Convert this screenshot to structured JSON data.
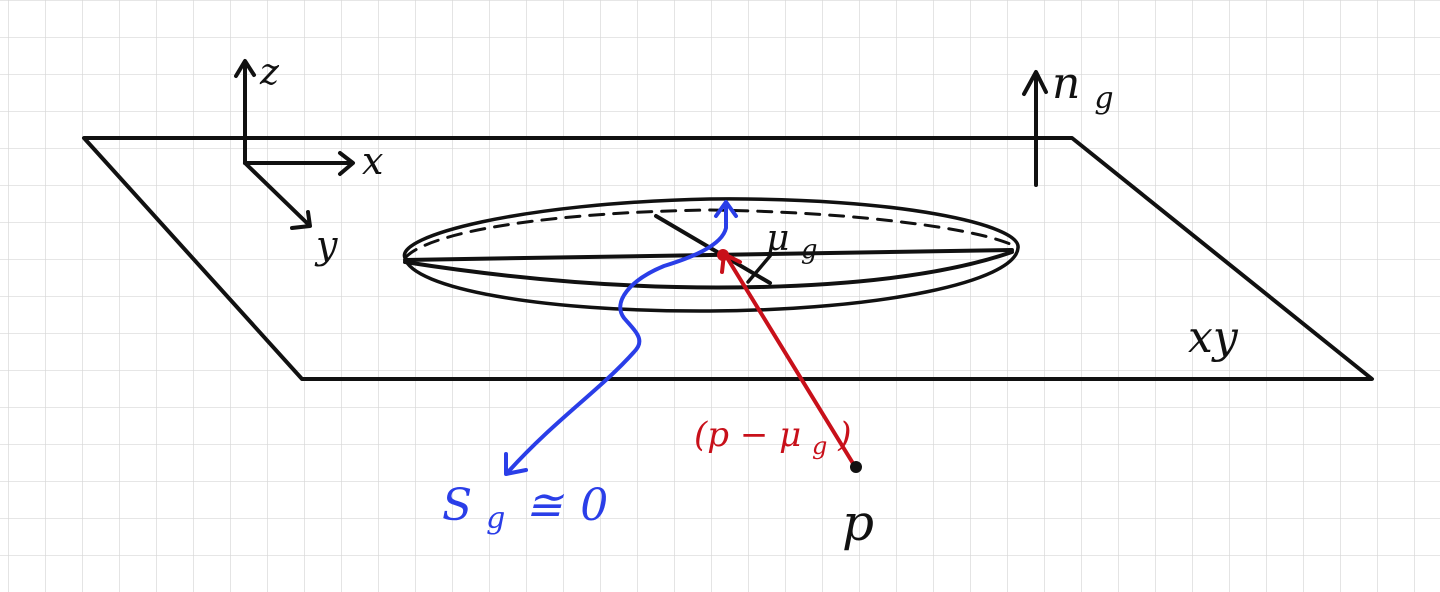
{
  "labels": {
    "z_axis": "z",
    "x_axis": "x",
    "y_axis": "y",
    "normal": "n",
    "normal_sub": "g",
    "mean": "μ",
    "mean_sub": "g",
    "plane": "xy",
    "scale_lead": "S",
    "scale_sub": "g",
    "scale_rel": "≅",
    "scale_val": "0",
    "offset": "(p − μ",
    "offset_sub": "g",
    "offset_close": ")",
    "point": "p"
  },
  "colors": {
    "grid": "#d6d6d6",
    "ink": "#111111",
    "blue": "#2a3ee8",
    "red": "#c8101a"
  }
}
